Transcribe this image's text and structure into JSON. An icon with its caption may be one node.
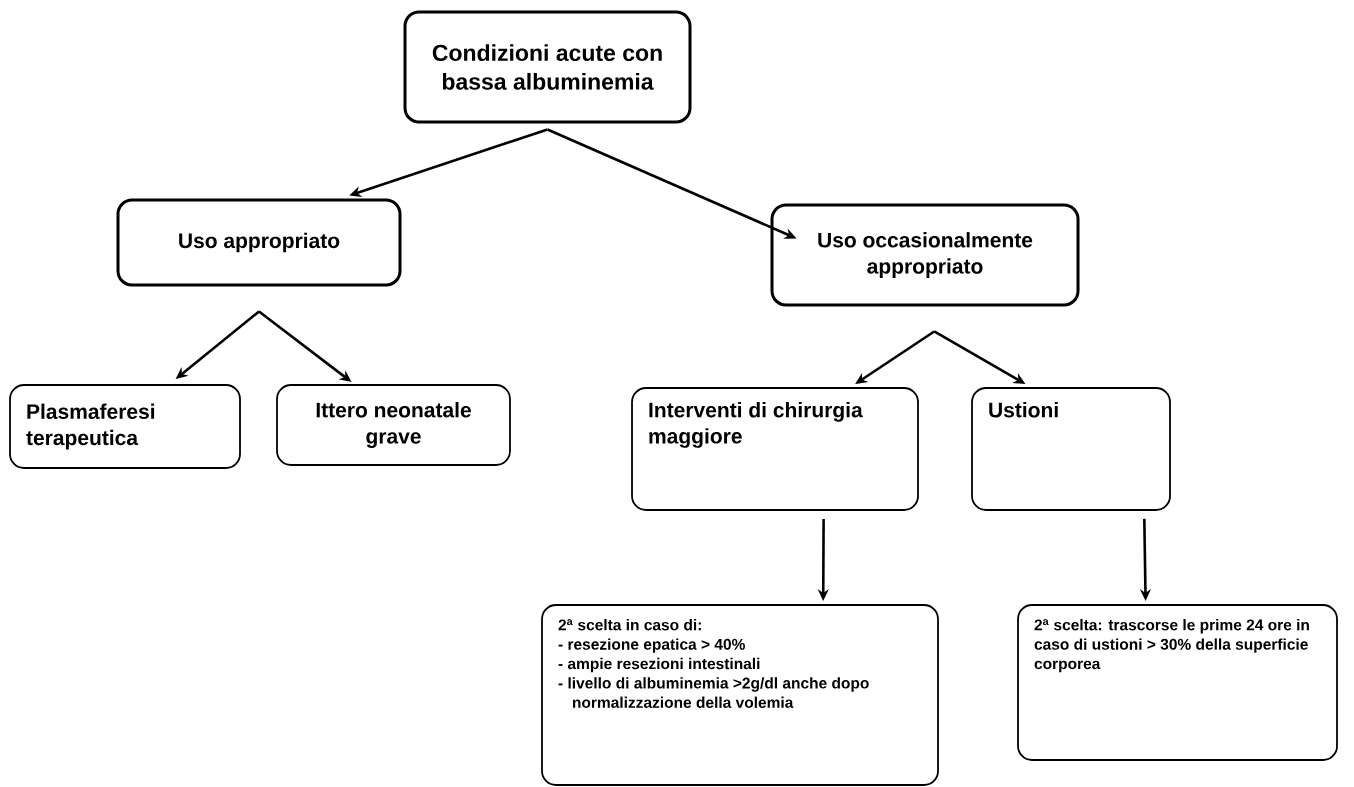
{
  "diagram": {
    "nodes": [
      {
        "text": [
          "Condizioni acute con bassa albuminemia"
        ]
      },
      {
        "text": [
          "Uso appropriato"
        ]
      },
      {
        "text": [
          "Uso occasionalmente appropriato"
        ]
      },
      {
        "text": [
          "Plasmaferesi terapeutica"
        ]
      },
      {
        "text": [
          "Ittero neonatale grave"
        ]
      },
      {
        "text": [
          "Interventi di chirurgia maggiore"
        ]
      },
      {
        "text": [
          "Ustioni"
        ]
      },
      {
        "text": [
          "2$^{a}$ scelta in caso di:",
          "- resezione epatica > 40%",
          "- ampie resezioni intestinali",
          "- livello di albuminemia >2g/dl anche dopo normalizzazione della volemia"
        ]
      },
      {
        "text": [
          "2$^{a}$ scelta: trascorse le prime 24 ore in caso di ustioni > 30% della superficie corporea"
        ]
      }
    ],
    "edges": [
      {
        "from": 0,
        "to": 1,
        "arrow": "to"
      },
      {
        "from": 0,
        "to": 2,
        "arrow": "to"
      },
      {
        "from": 1,
        "to": 3,
        "arrow": "to"
      },
      {
        "from": 1,
        "to": 4,
        "arrow": "to"
      },
      {
        "from": 2,
        "to": 5,
        "arrow": "to"
      },
      {
        "from": 2,
        "to": 6,
        "arrow": "to"
      },
      {
        "from": 5,
        "to": 7,
        "arrow": "to"
      },
      {
        "from": 6,
        "to": 8,
        "arrow": "to"
      }
    ]
  }
}
